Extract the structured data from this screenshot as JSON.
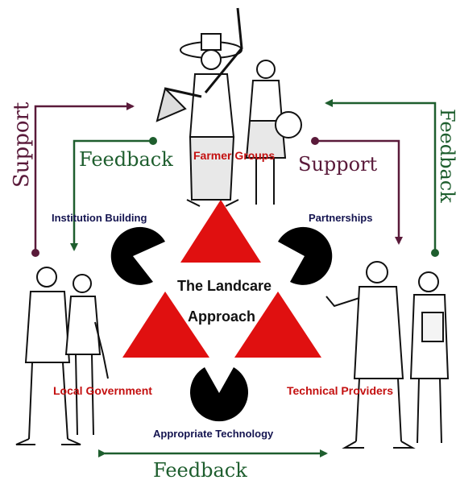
{
  "diagram": {
    "center_title_line1": "The Landcare",
    "center_title_line2": "Approach",
    "nodes": {
      "top": "Farmer Groups",
      "left": "Local Government",
      "right": "Technical Providers"
    },
    "links": {
      "institution_building": "Institution Building",
      "partnerships": "Partnerships",
      "appropriate_technology": "Appropriate Technology"
    },
    "flows": {
      "support_left_vertical": "Support",
      "feedback_top_left": "Feedback",
      "support_top_right": "Support",
      "feedback_right_vertical": "Feedback",
      "feedback_bottom": "Feedback"
    },
    "colors": {
      "support_arrow": "#5a1a3a",
      "feedback_arrow": "#1e5e2e",
      "triangle": "#e01010",
      "node_label": "#c41010",
      "link_label": "#141450",
      "pacman": "#000000"
    }
  }
}
